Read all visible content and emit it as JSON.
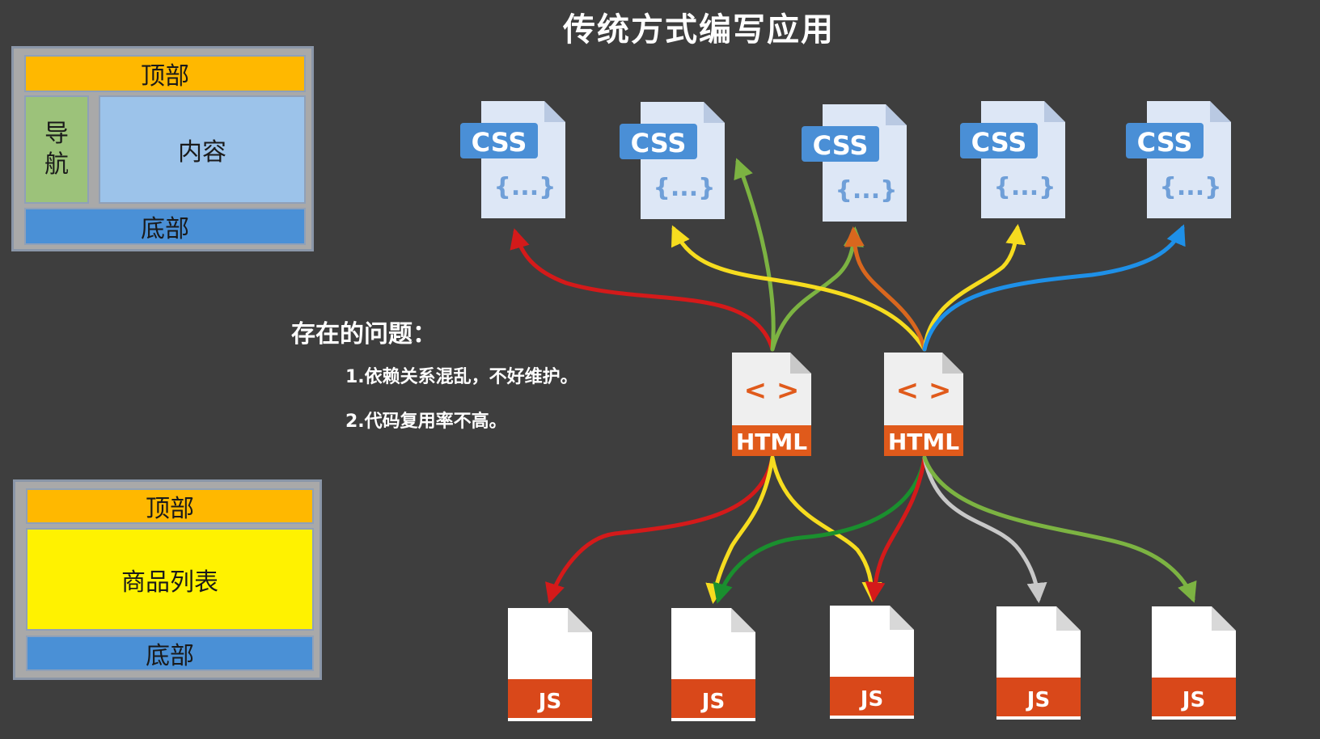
{
  "title": "传统方式编写应用",
  "layout1": {
    "top": "顶部",
    "nav": "导\n航",
    "content": "内容",
    "bottom": "底部"
  },
  "layout2": {
    "top": "顶部",
    "main": "商品列表",
    "bottom": "底部"
  },
  "issues": {
    "heading": "存在的问题：",
    "items": [
      "1.依赖关系混乱，不好维护。",
      "2.代码复用率不高。"
    ]
  },
  "file_labels": {
    "css": "CSS",
    "css_body": "{...}",
    "html": "HTML",
    "html_tag": "< >",
    "js": "JS"
  },
  "colors": {
    "red": "#d41a1a",
    "yellow": "#f6dc1f",
    "green": "#7cb342",
    "dark_green": "#1a8f2e",
    "orange": "#d9671e",
    "blue": "#1e90e8",
    "gray": "#c8c8c8",
    "css_badge": "#4a8fd6",
    "html_orange": "#e05a1b",
    "js_orange": "#d9481a"
  }
}
